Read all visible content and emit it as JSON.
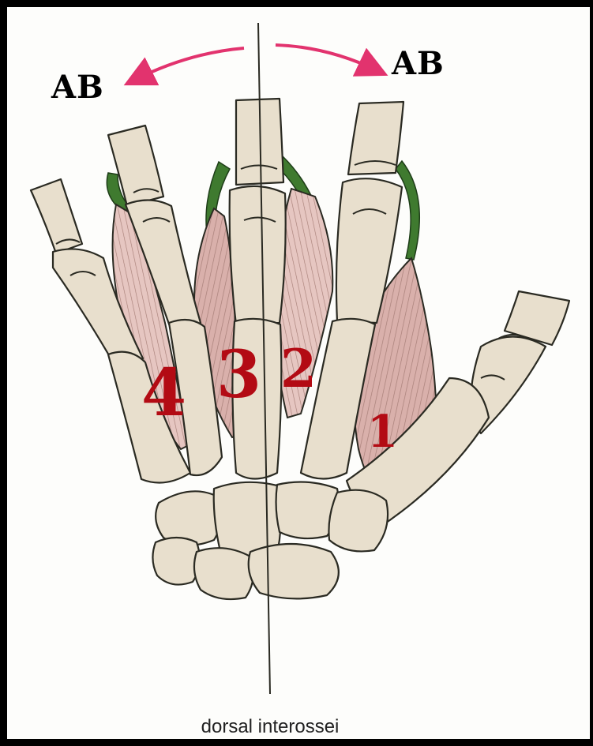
{
  "figure": {
    "caption": "dorsal interossei",
    "motion_labels": {
      "left": "AB",
      "right": "AB"
    },
    "muscle_numbers": [
      "4",
      "3",
      "2",
      "1"
    ]
  },
  "colors": {
    "bone": "#e8dfcd",
    "outline": "#2a2a22",
    "muscle": "#d9b0ab",
    "muscle_stripe": "#a77f78",
    "tendon": "#3f7a2f",
    "arrow": "#e2336e",
    "number_label": "#b30b14"
  }
}
